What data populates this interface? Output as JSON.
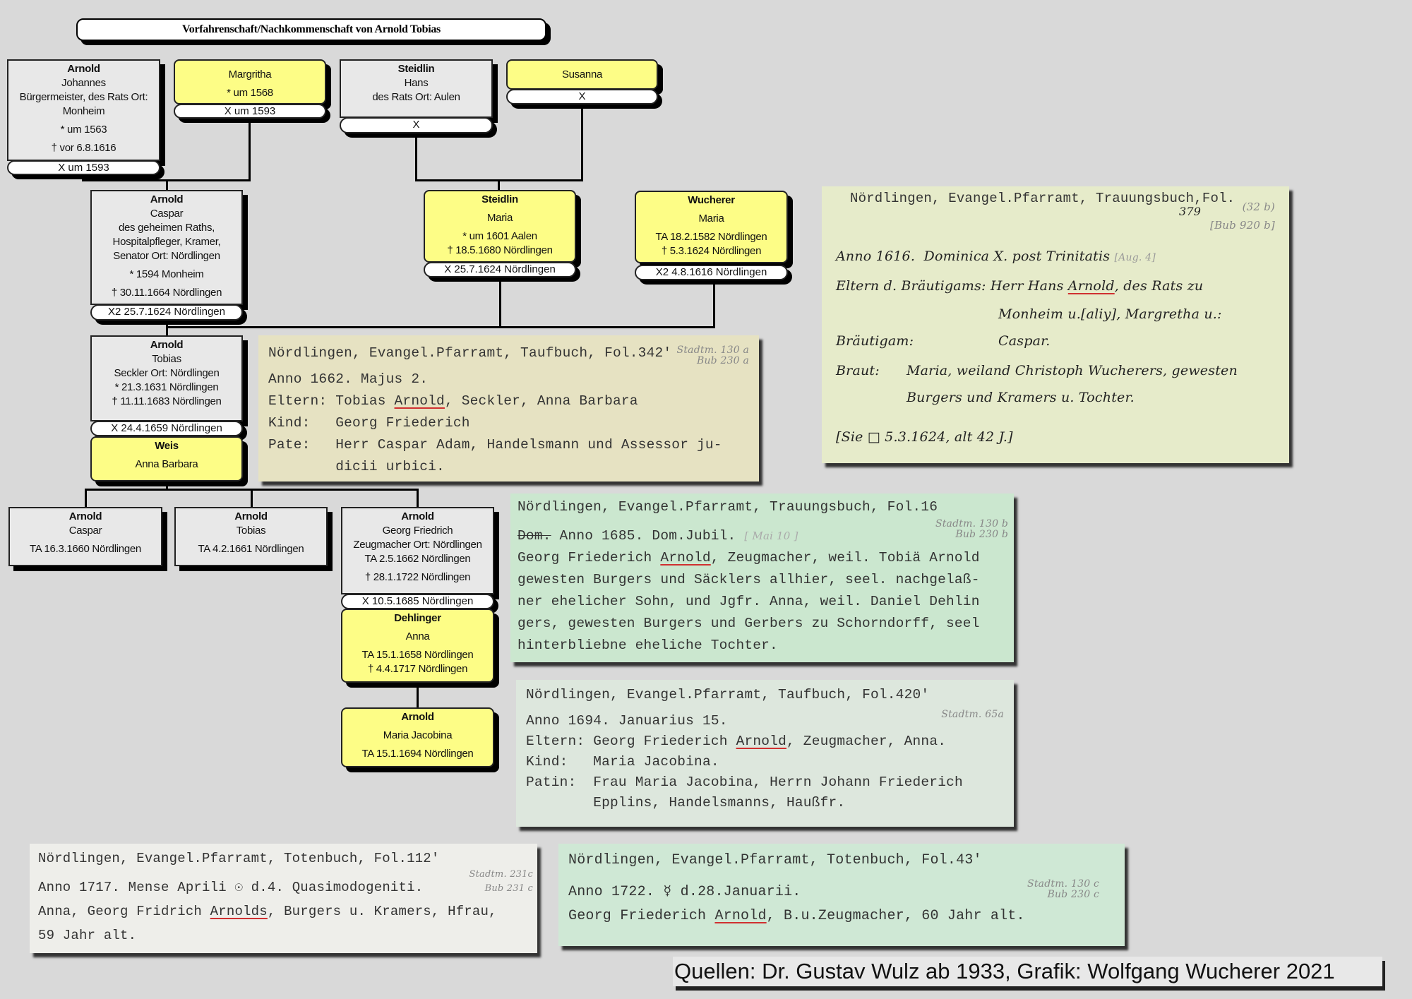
{
  "title": "Vorfahrenschaft/Nachkommenschaft von Arnold Tobias",
  "persons": {
    "johannes": {
      "surname": "Arnold",
      "lines": [
        "Johannes",
        "Bürgermeister, des Rats Ort:",
        "Monheim",
        "* um 1563",
        "† vor 6.8.1616"
      ],
      "marriage": "X um 1593"
    },
    "margritha": {
      "lines": [
        "Margritha",
        "* um 1568"
      ],
      "marriage": "X um 1593"
    },
    "hans": {
      "surname": "Steidlin",
      "lines": [
        "Hans",
        "des Rats Ort: Aulen"
      ],
      "marriage": "X"
    },
    "susanna": {
      "lines": [
        "Susanna"
      ],
      "marriage": "X"
    },
    "caspar": {
      "surname": "Arnold",
      "lines": [
        "Caspar",
        "des geheimen Raths,",
        "Hospitalpfleger, Kramer,",
        "Senator Ort: Nördlingen",
        "* 1594 Monheim",
        "† 30.11.1664 Nördlingen"
      ],
      "marriage": "X2 25.7.1624 Nördlingen"
    },
    "maria_steidlin": {
      "surname": "Steidlin",
      "lines": [
        "Maria",
        "* um 1601 Aalen",
        "† 18.5.1680 Nördlingen"
      ],
      "marriage": "X 25.7.1624 Nördlingen"
    },
    "maria_wucherer": {
      "surname": "Wucherer",
      "lines": [
        "Maria",
        "TA 18.2.1582 Nördlingen",
        "† 5.3.1624 Nördlingen"
      ],
      "marriage": "X2 4.8.1616 Nördlingen"
    },
    "tobias": {
      "surname": "Arnold",
      "lines": [
        "Tobias",
        "Seckler Ort: Nördlingen",
        "* 21.3.1631 Nördlingen",
        "† 11.11.1683 Nördlingen"
      ],
      "marriage": "X 24.4.1659 Nördlingen"
    },
    "weis": {
      "surname": "Weis",
      "lines": [
        "Anna Barbara"
      ]
    },
    "child_caspar": {
      "surname": "Arnold",
      "lines": [
        "Caspar",
        "TA 16.3.1660 Nördlingen"
      ]
    },
    "child_tobias": {
      "surname": "Arnold",
      "lines": [
        "Tobias",
        "TA 4.2.1661 Nördlingen"
      ]
    },
    "georg": {
      "surname": "Arnold",
      "lines": [
        "Georg Friedrich",
        "Zeugmacher Ort: Nördlingen",
        "TA 2.5.1662 Nördlingen",
        "† 28.1.1722 Nördlingen"
      ],
      "marriage": "X 10.5.1685 Nördlingen"
    },
    "dehlinger": {
      "surname": "Dehlinger",
      "lines": [
        "Anna",
        "TA 15.1.1658 Nördlingen",
        "† 4.4.1717 Nördlingen"
      ]
    },
    "jacobina": {
      "surname": "Arnold",
      "lines": [
        "Maria Jacobina",
        "TA 15.1.1694 Nördlingen"
      ]
    }
  },
  "cards": {
    "taufbuch342": {
      "header": "Nördlingen, Evangel.Pfarramt, Taufbuch, Fol.342'",
      "notes": [
        "Stadtm. 130 a",
        "Bub 230 a"
      ],
      "l1": "Anno 1662. Majus 2.",
      "l2a": "Eltern: Tobias ",
      "l2b": "Arnold",
      "l2c": ", Seckler, Anna Barbara",
      "l3": "Kind:   Georg Friederich",
      "l4": "Pate:   Herr Caspar Adam, Handelsmann und Assessor ju-",
      "l5": "        dicii urbici."
    },
    "trauung379": {
      "header": "Nördlingen, Evangel.Pfarramt, Trauungsbuch,Fol.",
      "folio": "379",
      "notes": [
        "(32 b)",
        "[Bub 920 b]"
      ],
      "l1": "Anno 1616.  Dominica X. post Trinitatis",
      "l1note": "[Aug. 4]",
      "l2a": "Eltern d. Bräutigams: Herr Hans ",
      "l2b": "Arnold",
      "l2c": ", des Rats zu",
      "l3": "Monheim u.[aliy], Margretha u.:",
      "l4a": "Bräutigam:",
      "l4b": "Caspar.",
      "l5a": "Braut:",
      "l5b": "Maria, weiland Christoph Wucherers, gewesten",
      "l6": "Burgers und Kramers u. Tochter.",
      "l7": "[Sie □ 5.3.1624, alt 42 J.]"
    },
    "trauung16": {
      "header": "Nördlingen, Evangel.Pfarramt, Trauungsbuch, Fol.16",
      "notes": [
        "Stadtm. 130 b",
        "Bub 230 b"
      ],
      "l1struck": "Dom.",
      "l1": " Anno 1685. Dom.Jubil.",
      "l1note": "[ Mai 10 ]",
      "l2a": "Georg Friederich ",
      "l2b": "Arnold",
      "l2c": ", Zeugmacher, weil. Tobiä Arnold",
      "l3": "gewesten Burgers und Säcklers allhier, seel. nachgelaß-",
      "l4": "ner ehelicher Sohn, und Jgfr. Anna, weil. Daniel Dehlin",
      "l5": "gers, gewesten Burgers und Gerbers zu Schorndorff, seel",
      "l6": "hinterbliebne eheliche Tochter."
    },
    "taufbuch420": {
      "header": "Nördlingen, Evangel.Pfarramt, Taufbuch, Fol.420'",
      "notes": [
        "Stadtm. 65a"
      ],
      "l1": "Anno 1694. Januarius 15.",
      "l2a": "Eltern: Georg Friederich ",
      "l2b": "Arnold",
      "l2c": ", Zeugmacher, Anna.",
      "l3": "Kind:   Maria Jacobina.",
      "l4": "Patin:  Frau Maria Jacobina, Herrn Johann Friederich",
      "l5": "        Epplins, Handelsmanns, Haußfr."
    },
    "totenbuch112": {
      "header": "Nördlingen, Evangel.Pfarramt, Totenbuch, Fol.112'",
      "notes": [
        "Stadtm. 231c",
        "Bub 231 c"
      ],
      "l1": "Anno 1717. Mense Aprili ☉ d.4. Quasimodogeniti.",
      "l2a": "Anna, Georg Fridrich ",
      "l2b": "Arnolds",
      "l2c": ", Burgers u. Kramers, Hfrau,",
      "l3": "59 Jahr alt."
    },
    "totenbuch43": {
      "header": "Nördlingen, Evangel.Pfarramt, Totenbuch, Fol.43'",
      "notes": [
        "Stadtm. 130 c",
        "Bub 230 c"
      ],
      "l1": "Anno 1722. ☿ d.28.Januarii.",
      "l2a": "Georg Friederich ",
      "l2b": "Arnold",
      "l2c": ", B.u.Zeugmacher, 60 Jahr alt."
    }
  },
  "footer": {
    "text": "Quellen: Dr. Gustav Wulz ab 1933, Grafik: Wolfgang Wucherer",
    "year": "2021"
  },
  "colors": {
    "background": "#d9d9d9",
    "male_box": "#e8e8e8",
    "female_box": "#fdfd86",
    "underline": "#d03030"
  }
}
